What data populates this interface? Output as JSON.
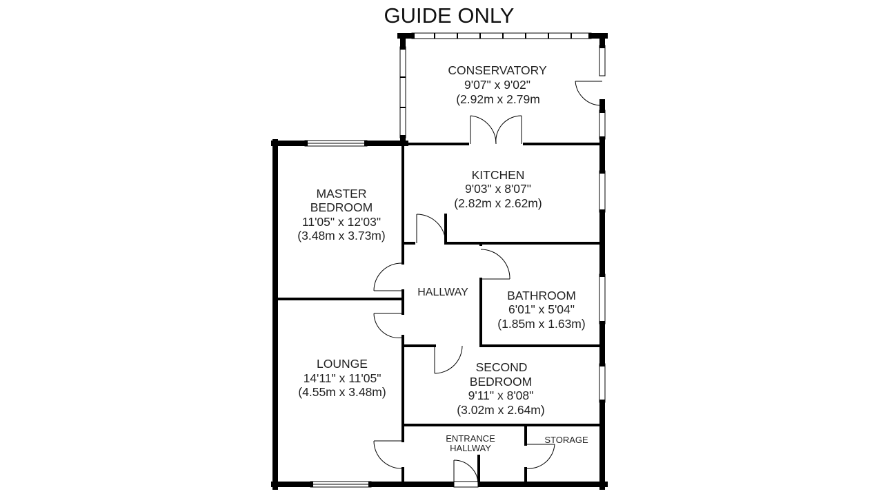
{
  "title": "GUIDE ONLY",
  "rooms": {
    "conservatory": {
      "name": "CONSERVATORY",
      "imperial": "9'07\" x 9'02\"",
      "metric": "(2.92m x 2.79m"
    },
    "kitchen": {
      "name": "KITCHEN",
      "imperial": "9'03\" x 8'07\"",
      "metric": "(2.82m x 2.62m)"
    },
    "master_bedroom": {
      "name_line1": "MASTER",
      "name_line2": "BEDROOM",
      "imperial": "11'05\" x 12'03\"",
      "metric": "(3.48m x 3.73m)"
    },
    "hallway": {
      "name": "HALLWAY"
    },
    "bathroom": {
      "name": "BATHROOM",
      "imperial": "6'01\" x 5'04\"",
      "metric": "(1.85m x 1.63m)"
    },
    "lounge": {
      "name": "LOUNGE",
      "imperial": "14'11\" x 11'05\"",
      "metric": "(4.55m x 3.48m)"
    },
    "second_bedroom": {
      "name_line1": "SECOND",
      "name_line2": "BEDROOM",
      "imperial": "9'11\" x 8'08\"",
      "metric": "(3.02m x 2.64m)"
    },
    "entrance_hallway": {
      "name_line1": "ENTRANCE",
      "name_line2": "HALLWAY"
    },
    "storage": {
      "name": "STORAGE"
    }
  }
}
